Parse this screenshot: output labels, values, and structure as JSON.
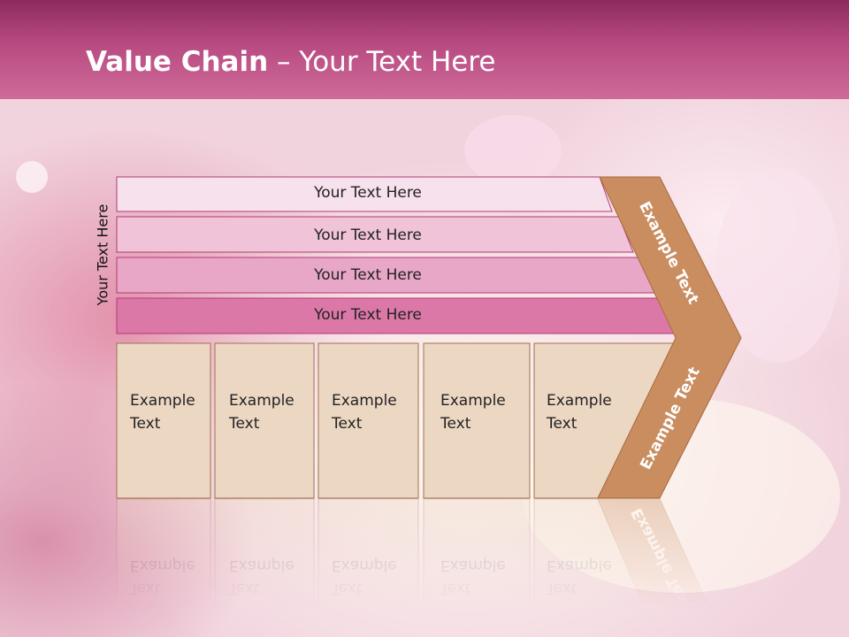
{
  "title": {
    "bold": "Value Chain",
    "rest": " – Your Text Here"
  },
  "side_label": "Your Text Here",
  "rows": [
    {
      "text": "Your Text Here",
      "color": "#f7e1ec"
    },
    {
      "text": "Your Text Here",
      "color": "#f0c3d8"
    },
    {
      "text": "Your Text Here",
      "color": "#e8a7c7"
    },
    {
      "text": "Your Text Here",
      "color": "#dc78a8"
    }
  ],
  "cells": [
    {
      "line1": "Example",
      "line2": "Text"
    },
    {
      "line1": "Example",
      "line2": "Text"
    },
    {
      "line1": "Example",
      "line2": "Text"
    },
    {
      "line1": "Example",
      "line2": "Text"
    },
    {
      "line1": "Example",
      "line2": "Text"
    }
  ],
  "arrow_labels": {
    "top": "Example Text",
    "bottom": "Example Text"
  },
  "colors": {
    "cell": "#ecd7c3",
    "arrow": "#c98d5f",
    "title_bar": "#b84b82"
  }
}
